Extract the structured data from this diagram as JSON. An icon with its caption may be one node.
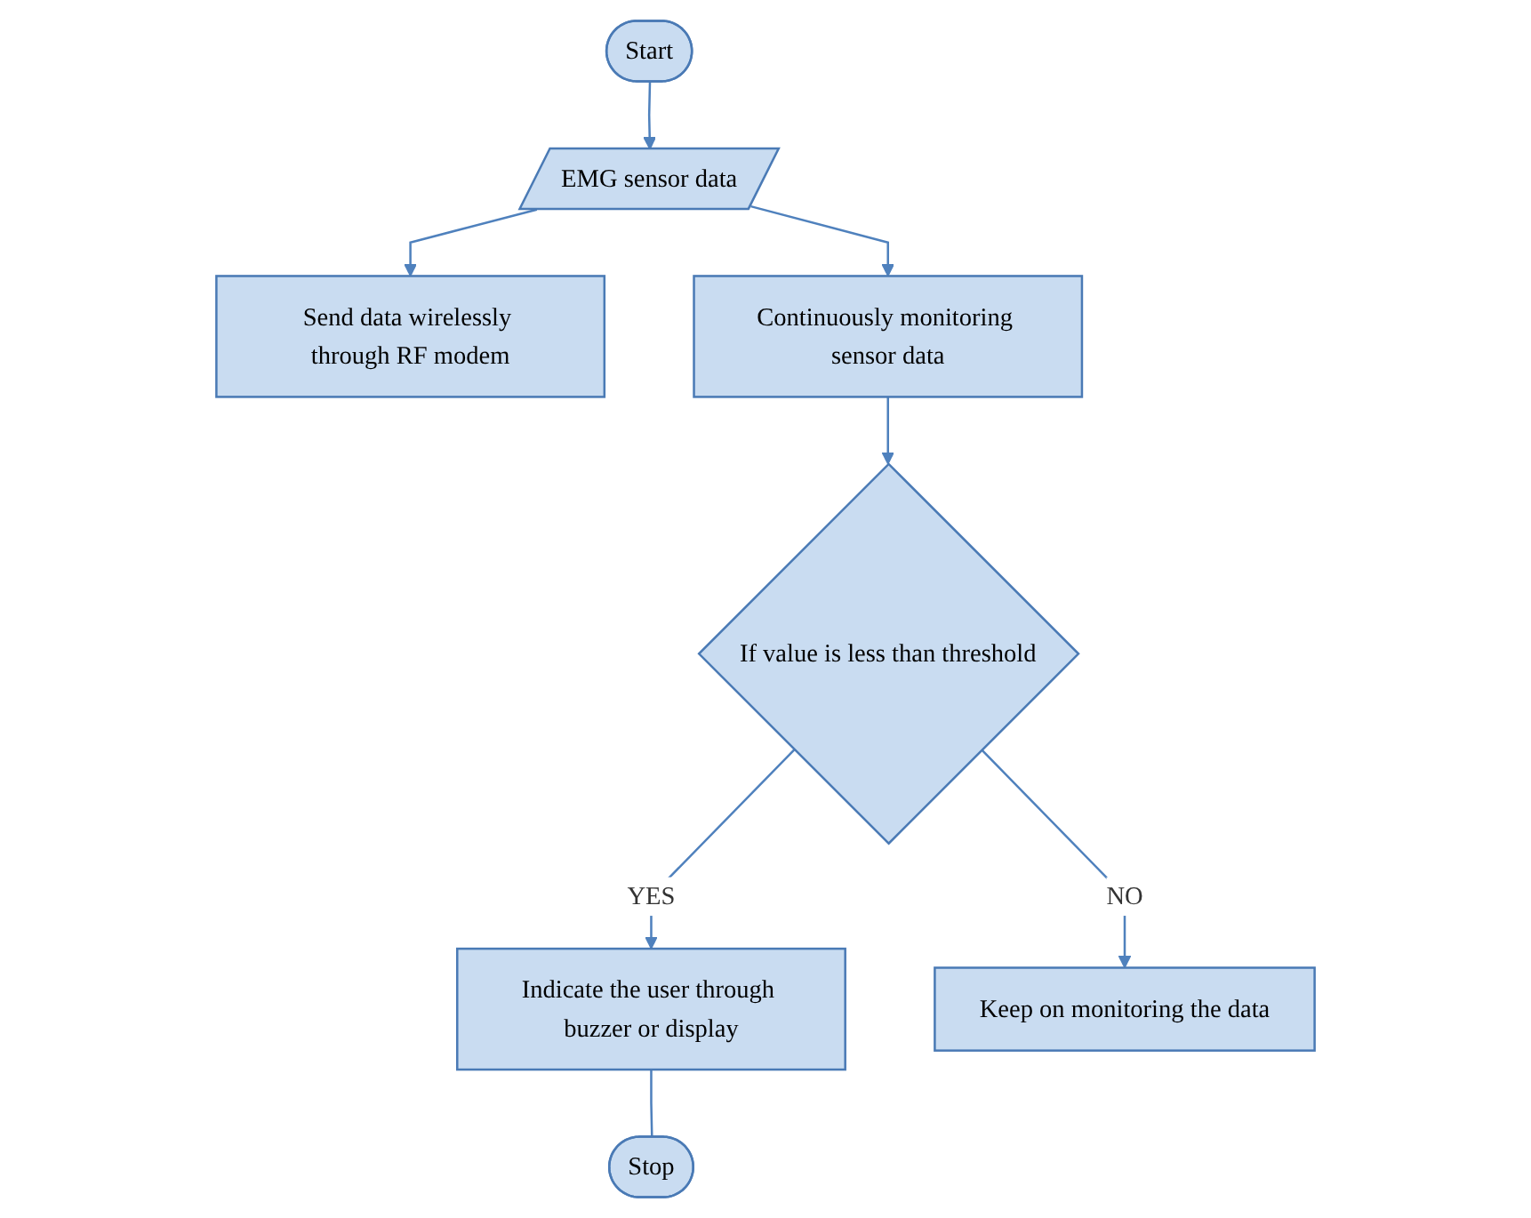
{
  "diagram": {
    "nodes": [
      {
        "text": [
          "Start"
        ]
      },
      {
        "text": [
          "EMG sensor data"
        ]
      },
      {
        "text": [
          "Send data wirelessly through RF modem"
        ]
      },
      {
        "text": [
          "Continuously monitoring sensor data"
        ]
      },
      {
        "text": [
          "If value is less than threshold"
        ]
      },
      {
        "text": [
          "Indicate the user through buzzer or display"
        ]
      },
      {
        "text": [
          "Keep on monitoring the data"
        ]
      },
      {
        "text": [
          "Stop"
        ]
      }
    ],
    "edges": [
      {
        "from": 0,
        "to": 1,
        "arrow": "to"
      },
      {
        "from": 1,
        "to": 2,
        "arrow": "to"
      },
      {
        "from": 1,
        "to": 3,
        "arrow": "to"
      },
      {
        "from": 3,
        "to": 4,
        "arrow": "to"
      },
      {
        "from": 4,
        "to": 5,
        "arrow": "to",
        "label": "YES"
      },
      {
        "from": 4,
        "to": 6,
        "arrow": "to",
        "label": "NO"
      },
      {
        "from": 5,
        "to": 7,
        "arrow": "none"
      }
    ]
  }
}
